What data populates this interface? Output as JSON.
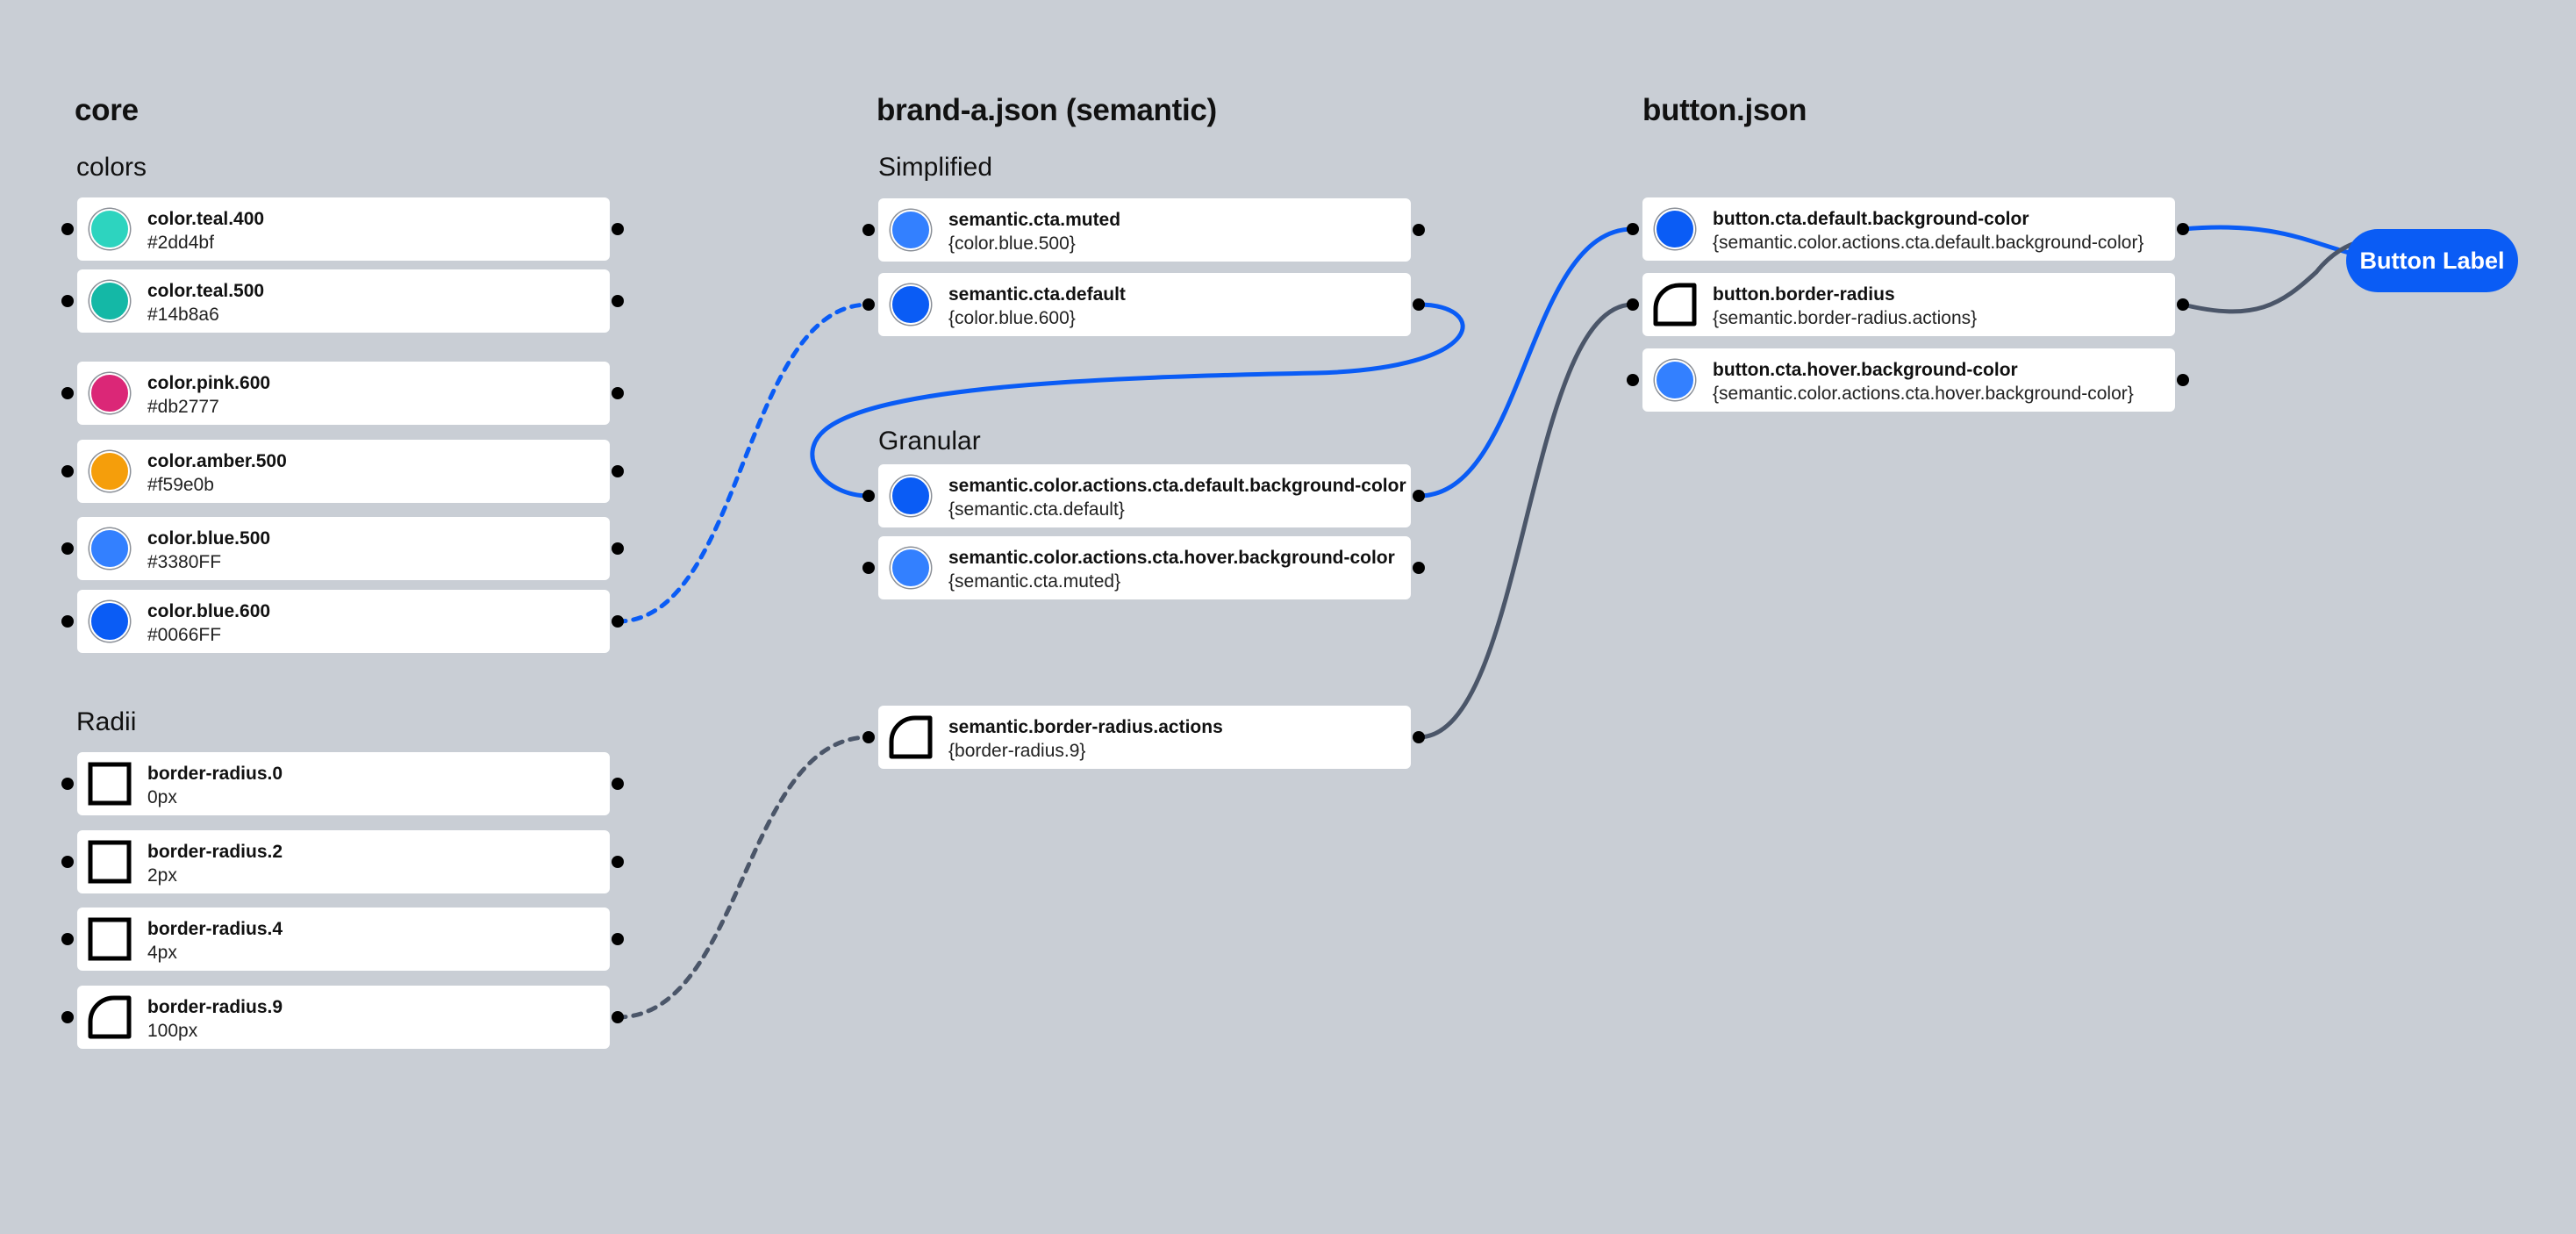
{
  "columns": {
    "core": "core",
    "semantic": "brand-a.json (semantic)",
    "component": "button.json"
  },
  "sections": {
    "colors": "colors",
    "radii": "Radii",
    "simplified": "Simplified",
    "granular": "Granular"
  },
  "core_colors": [
    {
      "name": "color.teal.400",
      "value": "#2dd4bf",
      "swatch": "#2dd4bf"
    },
    {
      "name": "color.teal.500",
      "value": "#14b8a6",
      "swatch": "#14b8a6"
    },
    {
      "name": "color.pink.600",
      "value": "#db2777",
      "swatch": "#db2777"
    },
    {
      "name": "color.amber.500",
      "value": "#f59e0b",
      "swatch": "#f59e0b"
    },
    {
      "name": "color.blue.500",
      "value": "#3380FF",
      "swatch": "#3380FF"
    },
    {
      "name": "color.blue.600",
      "value": "#0066FF",
      "swatch": "#0a5cf5"
    }
  ],
  "core_radii": [
    {
      "name": "border-radius.0",
      "value": "0px",
      "icon": "square-icon"
    },
    {
      "name": "border-radius.2",
      "value": "2px",
      "icon": "square-icon"
    },
    {
      "name": "border-radius.4",
      "value": "4px",
      "icon": "square-icon"
    },
    {
      "name": "border-radius.9",
      "value": "100px",
      "icon": "quarter-round-icon"
    }
  ],
  "semantic_simplified": [
    {
      "name": "semantic.cta.muted",
      "value": "{color.blue.500}",
      "swatch": "#3380FF"
    },
    {
      "name": "semantic.cta.default",
      "value": "{color.blue.600}",
      "swatch": "#0a5cf5"
    }
  ],
  "semantic_granular": [
    {
      "name": "semantic.color.actions.cta.default.background-color",
      "value": "{semantic.cta.default}",
      "swatch": "#0a5cf5"
    },
    {
      "name": "semantic.color.actions.cta.hover.background-color",
      "value": "{semantic.cta.muted}",
      "swatch": "#3380FF"
    }
  ],
  "semantic_radius": [
    {
      "name": "semantic.border-radius.actions",
      "value": "{border-radius.9}",
      "icon": "quarter-round-icon"
    }
  ],
  "component_tokens": [
    {
      "name": "button.cta.default.background-color",
      "value": "{semantic.color.actions.cta.default.background-color}",
      "swatch": "#0a5cf5",
      "icon": "color-swatch-icon"
    },
    {
      "name": "button.border-radius",
      "value": "{semantic.border-radius.actions}",
      "icon": "quarter-round-icon"
    },
    {
      "name": "button.cta.hover.background-color",
      "value": "{semantic.color.actions.cta.hover.background-color}",
      "swatch": "#3380FF",
      "icon": "color-swatch-icon"
    }
  ],
  "preview": {
    "label": "Button Label",
    "background": "#0a5cf5"
  },
  "colors": {
    "wire_blue": "#0a5cf5",
    "wire_gray": "#4b5669",
    "background": "#c9ced5"
  }
}
